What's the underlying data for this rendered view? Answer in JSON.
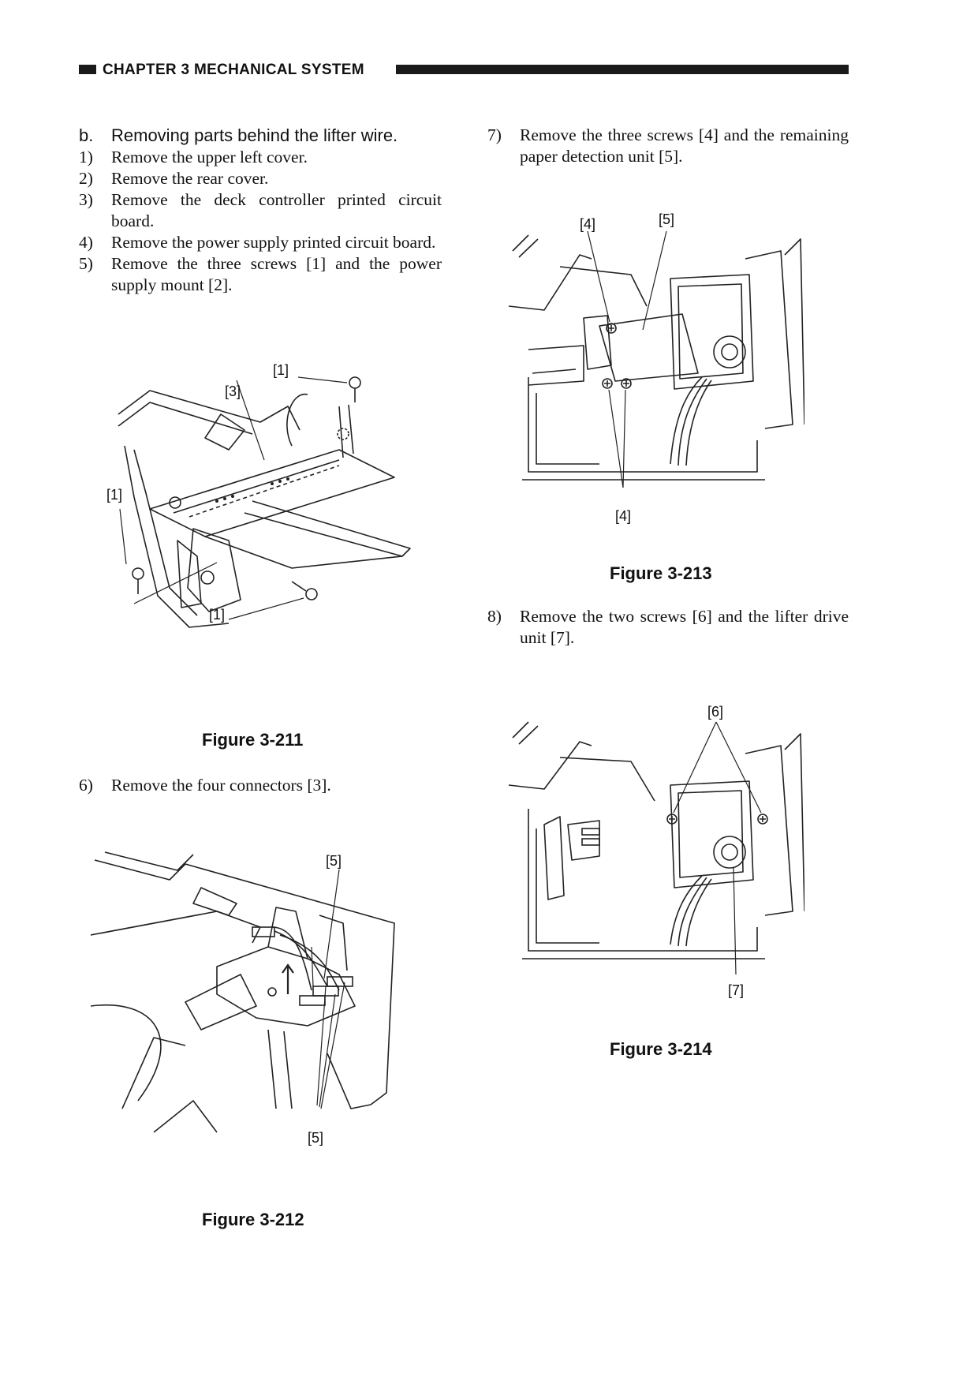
{
  "header": {
    "chapter_title": "CHAPTER 3  MECHANICAL SYSTEM"
  },
  "section": {
    "label": "b.",
    "title": "Removing parts behind the lifter wire."
  },
  "steps": [
    {
      "num": "1)",
      "text": "Remove the upper left cover."
    },
    {
      "num": "2)",
      "text": "Remove the rear cover."
    },
    {
      "num": "3)",
      "text": "Remove the deck controller printed circuit board."
    },
    {
      "num": "4)",
      "text": "Remove the power supply printed circuit board."
    },
    {
      "num": "5)",
      "text": "Remove the three screws [1] and the power supply mount [2]."
    },
    {
      "num": "6)",
      "text": "Remove the four connectors [3]."
    },
    {
      "num": "7)",
      "text": "Remove the three screws [4] and the remaining paper detection unit [5]."
    },
    {
      "num": "8)",
      "text": "Remove the two screws [6] and the lifter drive unit [7]."
    }
  ],
  "figures": {
    "fig211": {
      "caption": "Figure 3-211",
      "callouts": [
        "[1]",
        "[3]",
        "[1]",
        "[1]"
      ]
    },
    "fig212": {
      "caption": "Figure 3-212",
      "callouts": [
        "[5]",
        "[5]"
      ]
    },
    "fig213": {
      "caption": "Figure 3-213",
      "callouts": [
        "[4]",
        "[5]",
        "[4]"
      ]
    },
    "fig214": {
      "caption": "Figure 3-214",
      "callouts": [
        "[6]",
        "[7]"
      ]
    }
  }
}
